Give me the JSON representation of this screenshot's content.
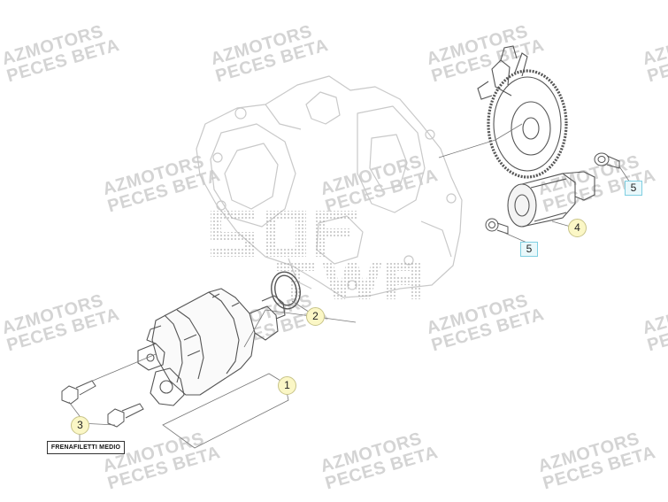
{
  "watermark": {
    "line1": "AZMOTORS",
    "line2": "PECES BETA"
  },
  "callouts": [
    {
      "id": "1",
      "label": "1"
    },
    {
      "id": "2",
      "label": "2"
    },
    {
      "id": "3",
      "label": "3"
    },
    {
      "id": "4",
      "label": "4"
    },
    {
      "id": "5a",
      "label": "5"
    },
    {
      "id": "5b",
      "label": "5"
    }
  ],
  "note": {
    "label": "FRENAFILETTI MEDIO"
  },
  "colors": {
    "callout_fill": "#fbf7c6",
    "callout_square_fill": "#e9f8fb",
    "line_art": "#555555",
    "engine_ghost": "#c9c9c9",
    "watermark": "#d4d4d4"
  }
}
